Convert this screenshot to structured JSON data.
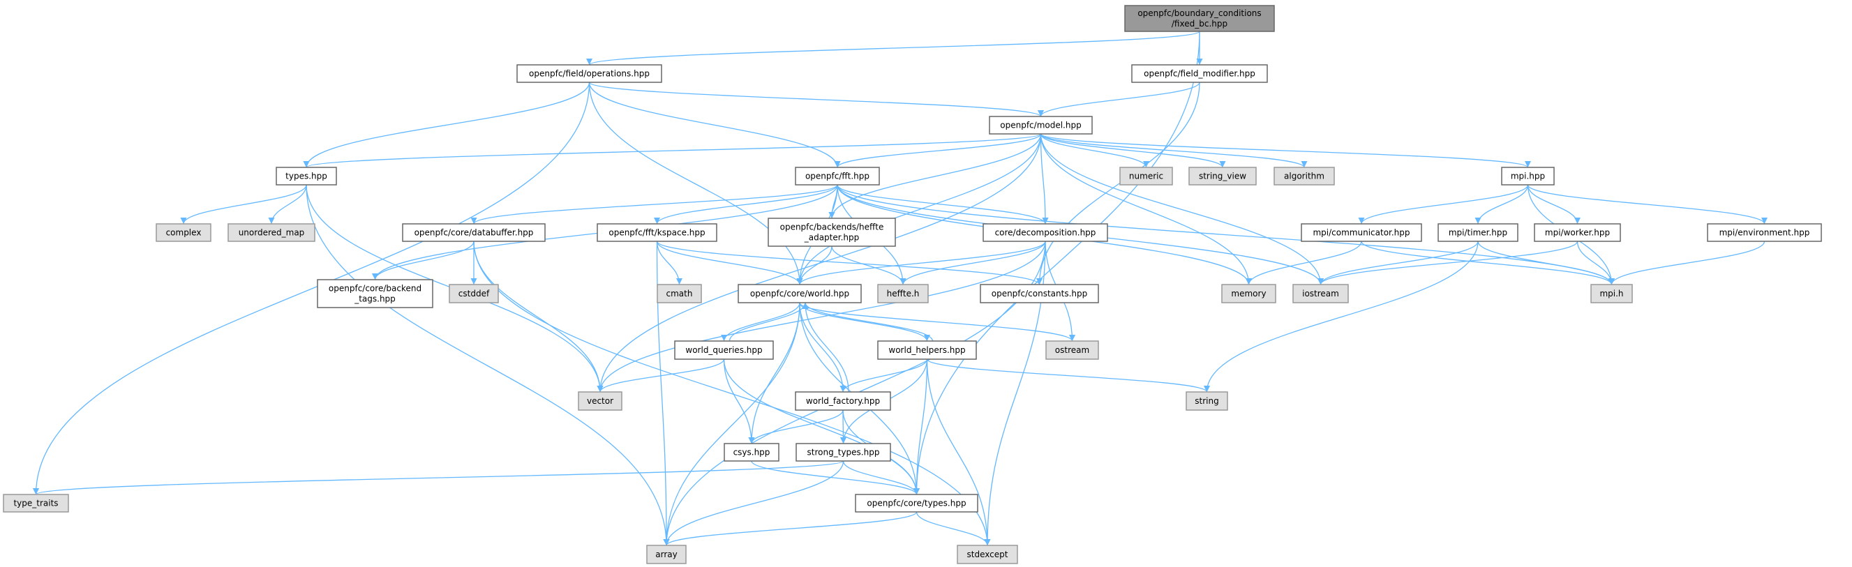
{
  "graph": {
    "colors": {
      "edge": "#63b8ff",
      "root_fill": "#999999",
      "header_fill": "#ffffff",
      "system_fill": "#e0e0e0",
      "border": "#666666",
      "system_border": "#999999"
    },
    "nodes": [
      {
        "id": "fixed_bc",
        "kind": "root",
        "lines": [
          "openpfc/boundary_conditions",
          "/fixed_bc.hpp"
        ]
      },
      {
        "id": "operations",
        "kind": "header",
        "lines": [
          "openpfc/field/operations.hpp"
        ]
      },
      {
        "id": "field_modifier",
        "kind": "header",
        "lines": [
          "openpfc/field_modifier.hpp"
        ]
      },
      {
        "id": "model",
        "kind": "header",
        "lines": [
          "openpfc/model.hpp"
        ]
      },
      {
        "id": "types",
        "kind": "header",
        "lines": [
          "types.hpp"
        ]
      },
      {
        "id": "fft",
        "kind": "header",
        "lines": [
          "openpfc/fft.hpp"
        ]
      },
      {
        "id": "numeric",
        "kind": "system",
        "lines": [
          "numeric"
        ]
      },
      {
        "id": "string_view",
        "kind": "system",
        "lines": [
          "string_view"
        ]
      },
      {
        "id": "algorithm",
        "kind": "system",
        "lines": [
          "algorithm"
        ]
      },
      {
        "id": "mpi_hpp",
        "kind": "header",
        "lines": [
          "mpi.hpp"
        ]
      },
      {
        "id": "complex",
        "kind": "system",
        "lines": [
          "complex"
        ]
      },
      {
        "id": "unordered_map",
        "kind": "system",
        "lines": [
          "unordered_map"
        ]
      },
      {
        "id": "databuffer",
        "kind": "header",
        "lines": [
          "openpfc/core/databuffer.hpp"
        ]
      },
      {
        "id": "kspace",
        "kind": "header",
        "lines": [
          "openpfc/fft/kspace.hpp"
        ]
      },
      {
        "id": "heffte_adapter",
        "kind": "header",
        "lines": [
          "openpfc/backends/heffte",
          "_adapter.hpp"
        ]
      },
      {
        "id": "decomposition",
        "kind": "header",
        "lines": [
          "core/decomposition.hpp"
        ]
      },
      {
        "id": "communicator",
        "kind": "header",
        "lines": [
          "mpi/communicator.hpp"
        ]
      },
      {
        "id": "timer",
        "kind": "header",
        "lines": [
          "mpi/timer.hpp"
        ]
      },
      {
        "id": "worker",
        "kind": "header",
        "lines": [
          "mpi/worker.hpp"
        ]
      },
      {
        "id": "environment",
        "kind": "header",
        "lines": [
          "mpi/environment.hpp"
        ]
      },
      {
        "id": "backend_tags",
        "kind": "header",
        "lines": [
          "openpfc/core/backend",
          "_tags.hpp"
        ]
      },
      {
        "id": "cstddef",
        "kind": "system",
        "lines": [
          "cstddef"
        ]
      },
      {
        "id": "cmath",
        "kind": "system",
        "lines": [
          "cmath"
        ]
      },
      {
        "id": "world",
        "kind": "header",
        "lines": [
          "openpfc/core/world.hpp"
        ]
      },
      {
        "id": "heffte_h",
        "kind": "system",
        "lines": [
          "heffte.h"
        ]
      },
      {
        "id": "constants",
        "kind": "header",
        "lines": [
          "openpfc/constants.hpp"
        ]
      },
      {
        "id": "memory",
        "kind": "system",
        "lines": [
          "memory"
        ]
      },
      {
        "id": "iostream",
        "kind": "system",
        "lines": [
          "iostream"
        ]
      },
      {
        "id": "mpi_h",
        "kind": "system",
        "lines": [
          "mpi.h"
        ]
      },
      {
        "id": "world_queries",
        "kind": "header",
        "lines": [
          "world_queries.hpp"
        ]
      },
      {
        "id": "world_helpers",
        "kind": "header",
        "lines": [
          "world_helpers.hpp"
        ]
      },
      {
        "id": "ostream",
        "kind": "system",
        "lines": [
          "ostream"
        ]
      },
      {
        "id": "vector",
        "kind": "system",
        "lines": [
          "vector"
        ]
      },
      {
        "id": "world_factory",
        "kind": "header",
        "lines": [
          "world_factory.hpp"
        ]
      },
      {
        "id": "string",
        "kind": "system",
        "lines": [
          "string"
        ]
      },
      {
        "id": "csys",
        "kind": "header",
        "lines": [
          "csys.hpp"
        ]
      },
      {
        "id": "strong_types",
        "kind": "header",
        "lines": [
          "strong_types.hpp"
        ]
      },
      {
        "id": "type_traits",
        "kind": "system",
        "lines": [
          "type_traits"
        ]
      },
      {
        "id": "core_types",
        "kind": "header",
        "lines": [
          "openpfc/core/types.hpp"
        ]
      },
      {
        "id": "array",
        "kind": "system",
        "lines": [
          "array"
        ]
      },
      {
        "id": "stdexcept",
        "kind": "system",
        "lines": [
          "stdexcept"
        ]
      }
    ],
    "edges": [
      [
        "fixed_bc",
        "operations"
      ],
      [
        "fixed_bc",
        "field_modifier"
      ],
      [
        "fixed_bc",
        "core_types"
      ],
      [
        "operations",
        "type_traits"
      ],
      [
        "operations",
        "world"
      ],
      [
        "operations",
        "types"
      ],
      [
        "operations",
        "fft"
      ],
      [
        "operations",
        "model"
      ],
      [
        "field_modifier",
        "model"
      ],
      [
        "field_modifier",
        "constants"
      ],
      [
        "model",
        "types"
      ],
      [
        "model",
        "vector"
      ],
      [
        "model",
        "fft"
      ],
      [
        "model",
        "heffte_adapter"
      ],
      [
        "model",
        "world"
      ],
      [
        "model",
        "decomposition"
      ],
      [
        "model",
        "numeric"
      ],
      [
        "model",
        "string_view"
      ],
      [
        "model",
        "algorithm"
      ],
      [
        "model",
        "mpi_hpp"
      ],
      [
        "model",
        "memory"
      ],
      [
        "model",
        "iostream"
      ],
      [
        "types",
        "complex"
      ],
      [
        "types",
        "unordered_map"
      ],
      [
        "types",
        "vector"
      ],
      [
        "types",
        "array"
      ],
      [
        "fft",
        "backend_tags"
      ],
      [
        "fft",
        "databuffer"
      ],
      [
        "fft",
        "kspace"
      ],
      [
        "fft",
        "heffte_adapter"
      ],
      [
        "fft",
        "world"
      ],
      [
        "fft",
        "heffte_h"
      ],
      [
        "fft",
        "decomposition"
      ],
      [
        "fft",
        "memory"
      ],
      [
        "fft",
        "iostream"
      ],
      [
        "fft",
        "mpi_h"
      ],
      [
        "databuffer",
        "backend_tags"
      ],
      [
        "databuffer",
        "cstddef"
      ],
      [
        "databuffer",
        "vector"
      ],
      [
        "databuffer",
        "stdexcept"
      ],
      [
        "kspace",
        "cmath"
      ],
      [
        "kspace",
        "world"
      ],
      [
        "kspace",
        "array"
      ],
      [
        "kspace",
        "constants"
      ],
      [
        "heffte_adapter",
        "world"
      ],
      [
        "heffte_adapter",
        "heffte_h"
      ],
      [
        "decomposition",
        "world"
      ],
      [
        "decomposition",
        "heffte_h"
      ],
      [
        "decomposition",
        "ostream"
      ],
      [
        "decomposition",
        "vector"
      ],
      [
        "decomposition",
        "array"
      ],
      [
        "decomposition",
        "stdexcept"
      ],
      [
        "mpi_hpp",
        "communicator"
      ],
      [
        "mpi_hpp",
        "timer"
      ],
      [
        "mpi_hpp",
        "worker"
      ],
      [
        "mpi_hpp",
        "environment"
      ],
      [
        "mpi_hpp",
        "mpi_h"
      ],
      [
        "communicator",
        "memory"
      ],
      [
        "communicator",
        "mpi_h"
      ],
      [
        "timer",
        "iostream"
      ],
      [
        "timer",
        "string"
      ],
      [
        "timer",
        "mpi_h"
      ],
      [
        "worker",
        "iostream"
      ],
      [
        "worker",
        "mpi_h"
      ],
      [
        "environment",
        "mpi_h"
      ],
      [
        "world",
        "world_queries"
      ],
      [
        "world",
        "world_helpers"
      ],
      [
        "world",
        "world_factory"
      ],
      [
        "world",
        "csys"
      ],
      [
        "world",
        "core_types"
      ],
      [
        "world",
        "array"
      ],
      [
        "world",
        "ostream"
      ],
      [
        "world_queries",
        "world"
      ],
      [
        "world_queries",
        "vector"
      ],
      [
        "world_queries",
        "csys"
      ],
      [
        "world_queries",
        "core_types"
      ],
      [
        "world_helpers",
        "world"
      ],
      [
        "world_helpers",
        "world_factory"
      ],
      [
        "world_helpers",
        "strong_types"
      ],
      [
        "world_helpers",
        "core_types"
      ],
      [
        "world_helpers",
        "stdexcept"
      ],
      [
        "world_helpers",
        "string"
      ],
      [
        "world_factory",
        "world"
      ],
      [
        "world_factory",
        "csys"
      ],
      [
        "world_factory",
        "strong_types"
      ],
      [
        "world_factory",
        "core_types"
      ],
      [
        "strong_types",
        "type_traits"
      ],
      [
        "strong_types",
        "core_types"
      ],
      [
        "strong_types",
        "array"
      ],
      [
        "csys",
        "core_types"
      ],
      [
        "core_types",
        "array"
      ],
      [
        "core_types",
        "stdexcept"
      ]
    ]
  }
}
